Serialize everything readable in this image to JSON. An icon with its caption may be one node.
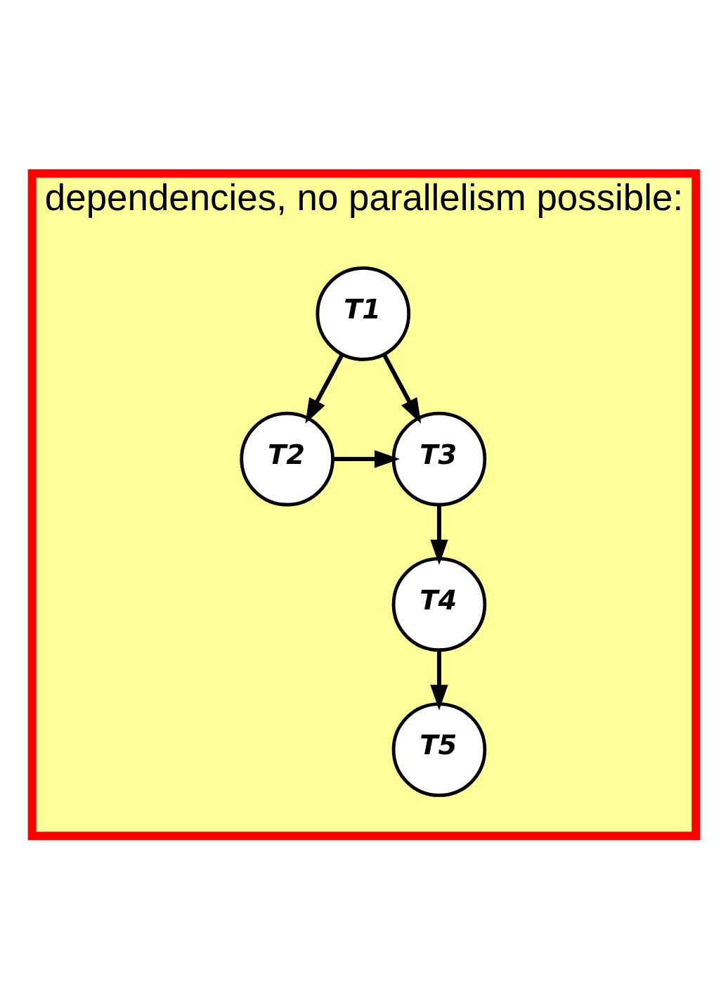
{
  "diagram": {
    "nodes": [
      {
        "text": [
          "dependencies, no parallelism possible:"
        ]
      },
      {
        "text": [
          "T1"
        ],
        "in": 0
      },
      {
        "text": [
          "T2"
        ],
        "in": 0
      },
      {
        "text": [
          "T3"
        ],
        "in": 0
      },
      {
        "text": [
          "T4"
        ],
        "in": 0
      },
      {
        "text": [
          "T5"
        ],
        "in": 0
      }
    ],
    "edges": [
      {
        "from": 1,
        "to": 2,
        "arrow": "to"
      },
      {
        "from": 1,
        "to": 3,
        "arrow": "to"
      },
      {
        "from": 2,
        "to": 3,
        "arrow": "to"
      },
      {
        "from": 3,
        "to": 4,
        "arrow": "to"
      },
      {
        "from": 4,
        "to": 5,
        "arrow": "to"
      }
    ]
  }
}
